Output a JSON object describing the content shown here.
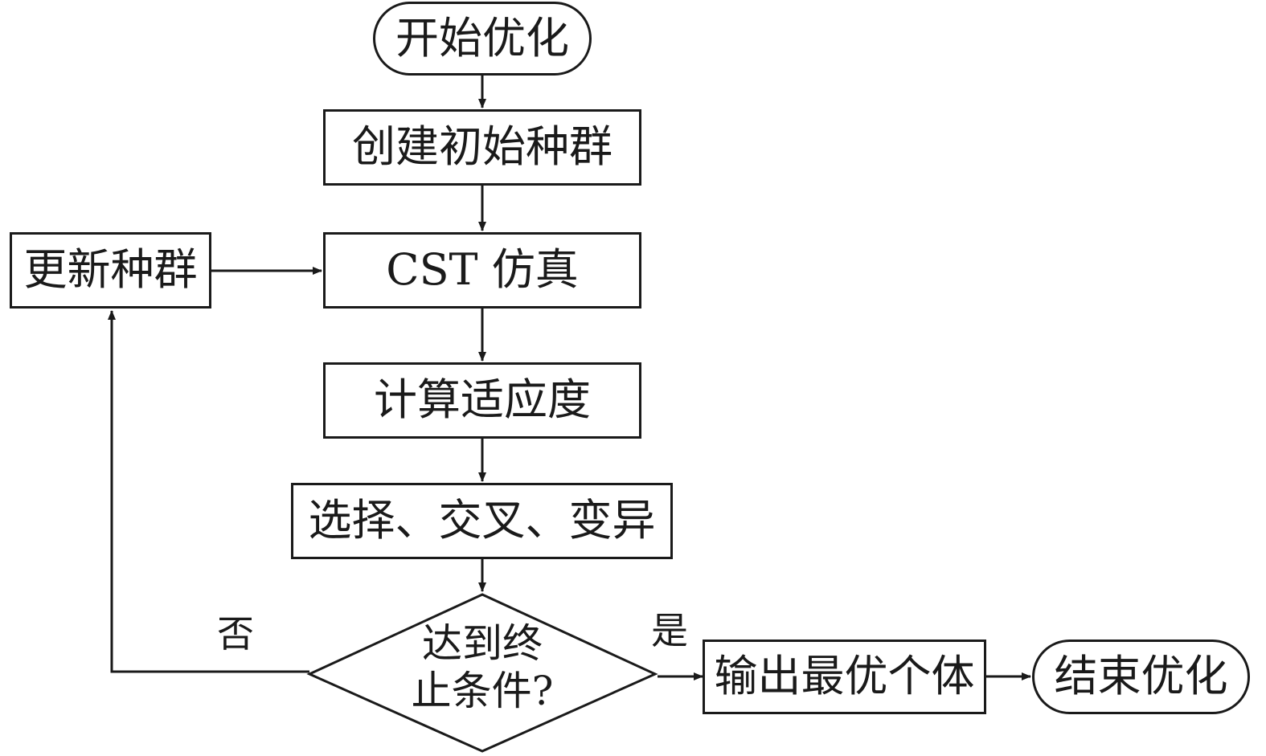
{
  "nodes": {
    "start": "开始优化",
    "init_population": "创建初始种群",
    "simulation": "CST 仿真",
    "fitness": "计算适应度",
    "operators": "选择、交叉、变异",
    "condition_line1": "达到终",
    "condition_line2": "止条件?",
    "output_best": "输出最优个体",
    "end": "结束优化",
    "update_population": "更新种群"
  },
  "branches": {
    "no": "否",
    "yes": "是"
  }
}
